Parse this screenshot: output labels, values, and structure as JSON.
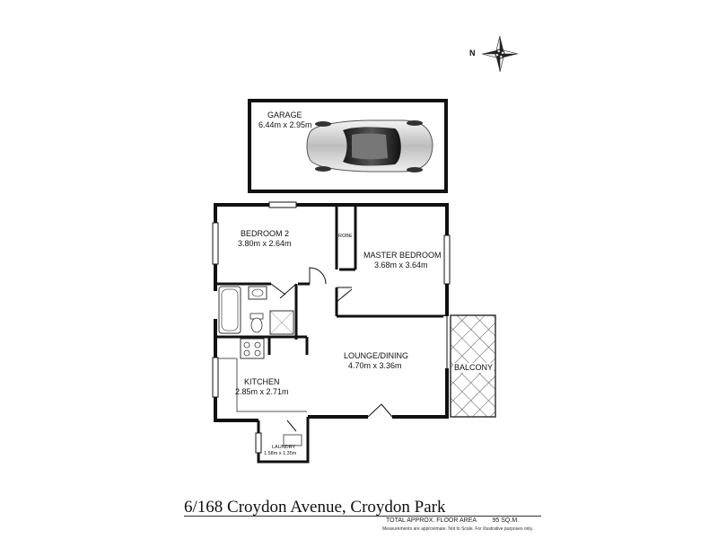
{
  "compass": {
    "north_label": "N",
    "icon": "compass-rose-icon"
  },
  "rooms": {
    "garage": {
      "name": "GARAGE",
      "size": "6.44m x 2.95m"
    },
    "bedroom2": {
      "name": "BEDROOM 2",
      "size": "3.80m x 2.64m"
    },
    "robe": {
      "name": "ROBE"
    },
    "master": {
      "name": "MASTER BEDROOM",
      "size": "3.68m x 3.64m"
    },
    "lounge": {
      "name": "LOUNGE/DINING",
      "size": "4.70m x 3.36m"
    },
    "balcony": {
      "name": "BALCONY"
    },
    "kitchen": {
      "name": "KITCHEN",
      "size": "2.85m x 2.71m"
    },
    "laundry": {
      "name": "LAUNDRY",
      "size": "1.58m x 1.35m"
    }
  },
  "footer": {
    "address": "6/168 Croydon Avenue, Croydon Park",
    "area_label": "TOTAL APPROX. FLOOR AREA",
    "area_value": "95 SQ.M.",
    "disclaimer": "Measurements are approximate. Not to Scale. For illustrative purposes only."
  },
  "colors": {
    "wall": "#111111",
    "background": "#ffffff",
    "balcony_hatch": "#555555"
  }
}
